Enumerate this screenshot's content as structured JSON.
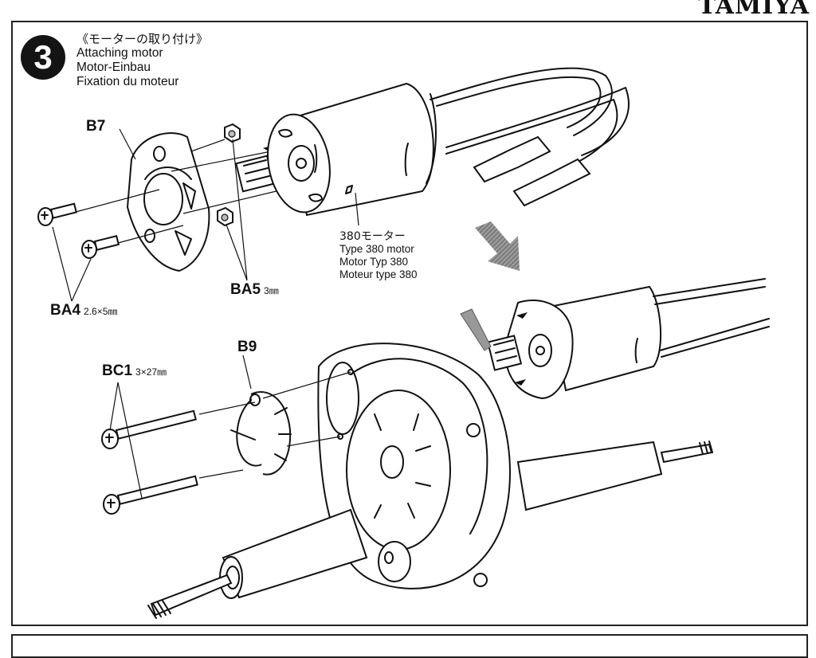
{
  "brand": "TAMIYA",
  "step": {
    "number": "3",
    "title_jp": "《モーターの取り付け》",
    "title_en": "Attaching motor",
    "title_de": "Motor-Einbau",
    "title_fr": "Fixation du moteur"
  },
  "parts": {
    "b7": {
      "code": "B7",
      "size": ""
    },
    "ba4": {
      "code": "BA4",
      "size": "2.6×5㎜"
    },
    "ba5": {
      "code": "BA5",
      "size": "3㎜"
    },
    "b9": {
      "code": "B9",
      "size": ""
    },
    "bc1": {
      "code": "BC1",
      "size": "3×27㎜"
    }
  },
  "motor": {
    "name_jp": "380モーター",
    "name_en": "Type 380 motor",
    "name_de": "Motor Typ 380",
    "name_fr": "Moteur type 380"
  },
  "icons": {
    "direction_arrow": "hatched-arrow-down-right",
    "grease_tube": "grease-tube"
  }
}
